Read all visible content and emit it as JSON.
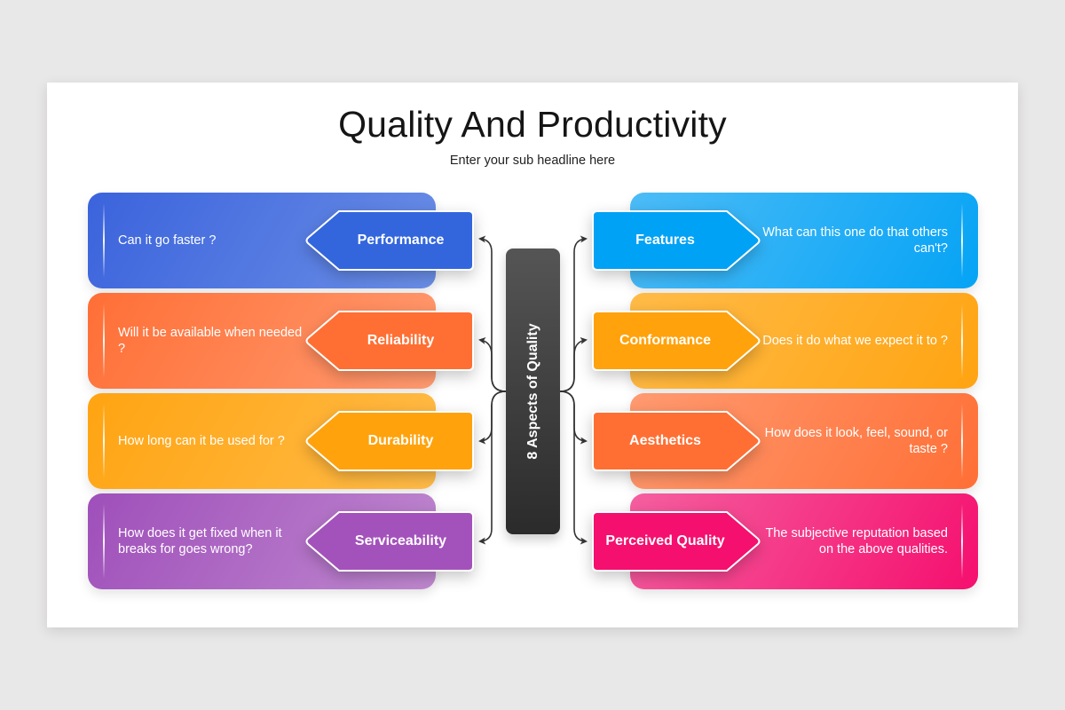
{
  "slide": {
    "title": "Quality And Productivity",
    "subtitle": "Enter your sub headline here"
  },
  "center": {
    "label": "8 Aspects of Quality",
    "color": "#3a3a3a"
  },
  "left_items": [
    {
      "label": "Performance",
      "question": "Can it go faster ?",
      "color": "#3366dd",
      "card_from": "#3b63dc",
      "card_to": "#6a8ee6"
    },
    {
      "label": "Reliability",
      "question": "Will it be available when needed ?",
      "color": "#ff6f33",
      "card_from": "#ff6f36",
      "card_to": "#ff9a70"
    },
    {
      "label": "Durability",
      "question": "How long can it be used for ?",
      "color": "#ffa20b",
      "card_from": "#ffa412",
      "card_to": "#ffbb48"
    },
    {
      "label": "Serviceability",
      "question": "How does it get fixed when it breaks for goes wrong?",
      "color": "#a352bb",
      "card_from": "#9f4fba",
      "card_to": "#bf88cf"
    }
  ],
  "right_items": [
    {
      "label": "Features",
      "question": "What can this one do that others can't?",
      "color": "#00a2f5",
      "card_from": "#4cbcf7",
      "card_to": "#05a3f5"
    },
    {
      "label": "Conformance",
      "question": "Does it do what we expect it to ?",
      "color": "#ffa20b",
      "card_from": "#ffbb48",
      "card_to": "#ffa412"
    },
    {
      "label": "Aesthetics",
      "question": "How does it look, feel, sound, or taste ?",
      "color": "#ff6f33",
      "card_from": "#ff9a70",
      "card_to": "#ff6f36"
    },
    {
      "label": "Perceived Quality",
      "question": "The subjective reputation based on the above qualities.",
      "color": "#f50f6e",
      "card_from": "#f55fa0",
      "card_to": "#f50f6e"
    }
  ]
}
